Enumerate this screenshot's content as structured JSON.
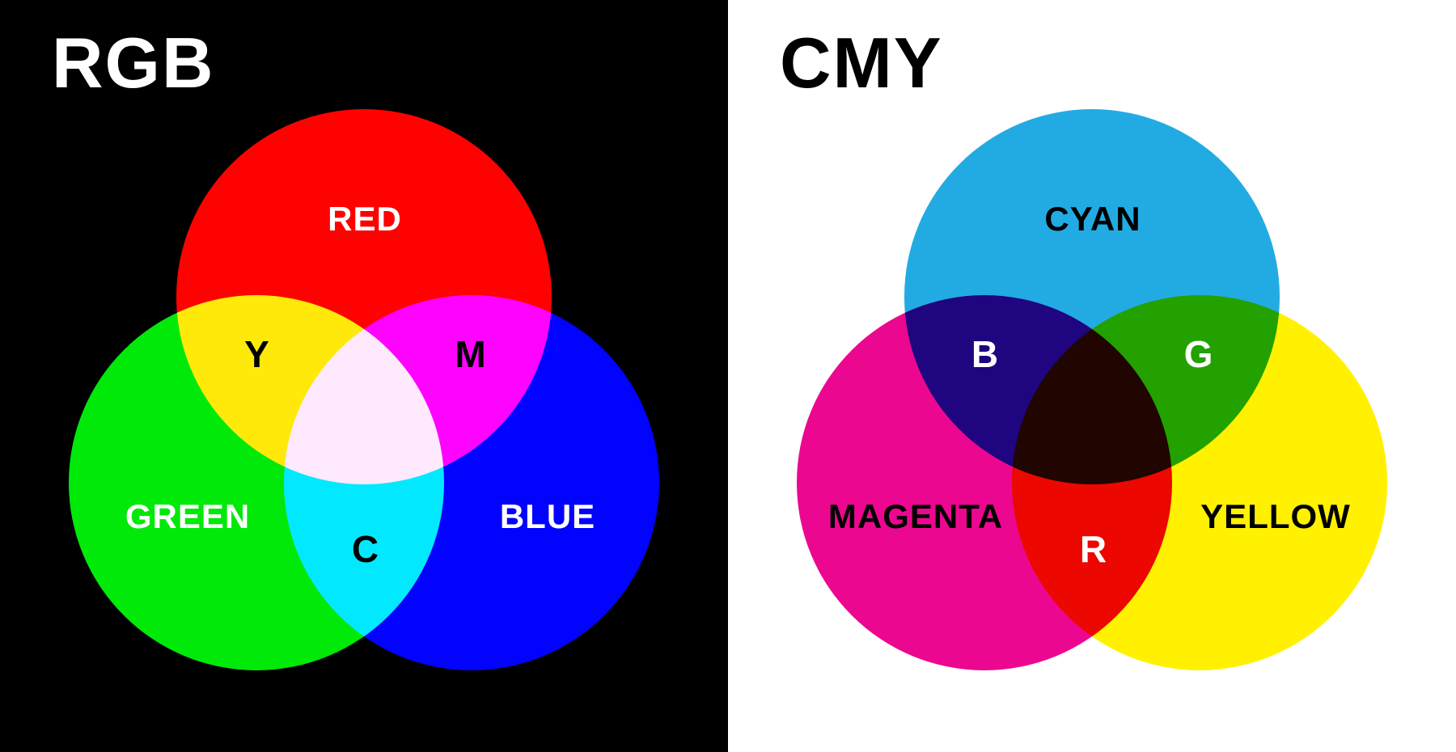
{
  "panels": [
    {
      "title": "RGB",
      "model": "additive-color-mixing",
      "background": "#000000",
      "title_color": "#FFFFFF",
      "blend_mode": "screen",
      "circles": [
        {
          "label": "RED",
          "color": "#FE0202",
          "label_color": "#FFFFFF"
        },
        {
          "label": "GREEN",
          "color": "#00E908",
          "label_color": "#FFFFFF"
        },
        {
          "label": "BLUE",
          "color": "#0202FF",
          "label_color": "#FFFFFF"
        }
      ],
      "overlaps": [
        {
          "label": "Y",
          "name": "yellow",
          "label_color": "#000000"
        },
        {
          "label": "M",
          "name": "magenta",
          "label_color": "#000000"
        },
        {
          "label": "C",
          "name": "cyan",
          "label_color": "#000000"
        }
      ],
      "center_name": "white"
    },
    {
      "title": "CMY",
      "model": "subtractive-color-mixing",
      "background": "#FFFFFF",
      "title_color": "#000000",
      "blend_mode": "multiply",
      "circles": [
        {
          "label": "CYAN",
          "color": "#22ABE2",
          "label_color": "#000000"
        },
        {
          "label": "MAGENTA",
          "color": "#EC0790",
          "label_color": "#000000"
        },
        {
          "label": "YELLOW",
          "color": "#FFF100",
          "label_color": "#000000"
        }
      ],
      "overlaps": [
        {
          "label": "B",
          "name": "blue",
          "label_color": "#FFFFFF"
        },
        {
          "label": "G",
          "name": "green",
          "label_color": "#FFFFFF"
        },
        {
          "label": "R",
          "name": "red",
          "label_color": "#FFFFFF"
        }
      ],
      "center_name": "black"
    }
  ]
}
